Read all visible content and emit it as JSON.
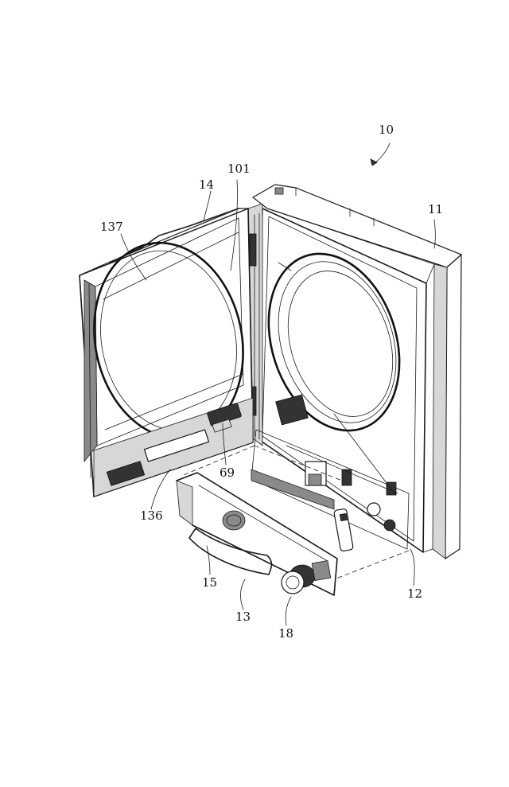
{
  "labels": {
    "l10": "10",
    "l11": "11",
    "l12": "12",
    "l13": "13",
    "l14": "14",
    "l15": "15",
    "l18": "18",
    "l69": "69",
    "l101": "101",
    "l136": "136",
    "l137": "137"
  }
}
